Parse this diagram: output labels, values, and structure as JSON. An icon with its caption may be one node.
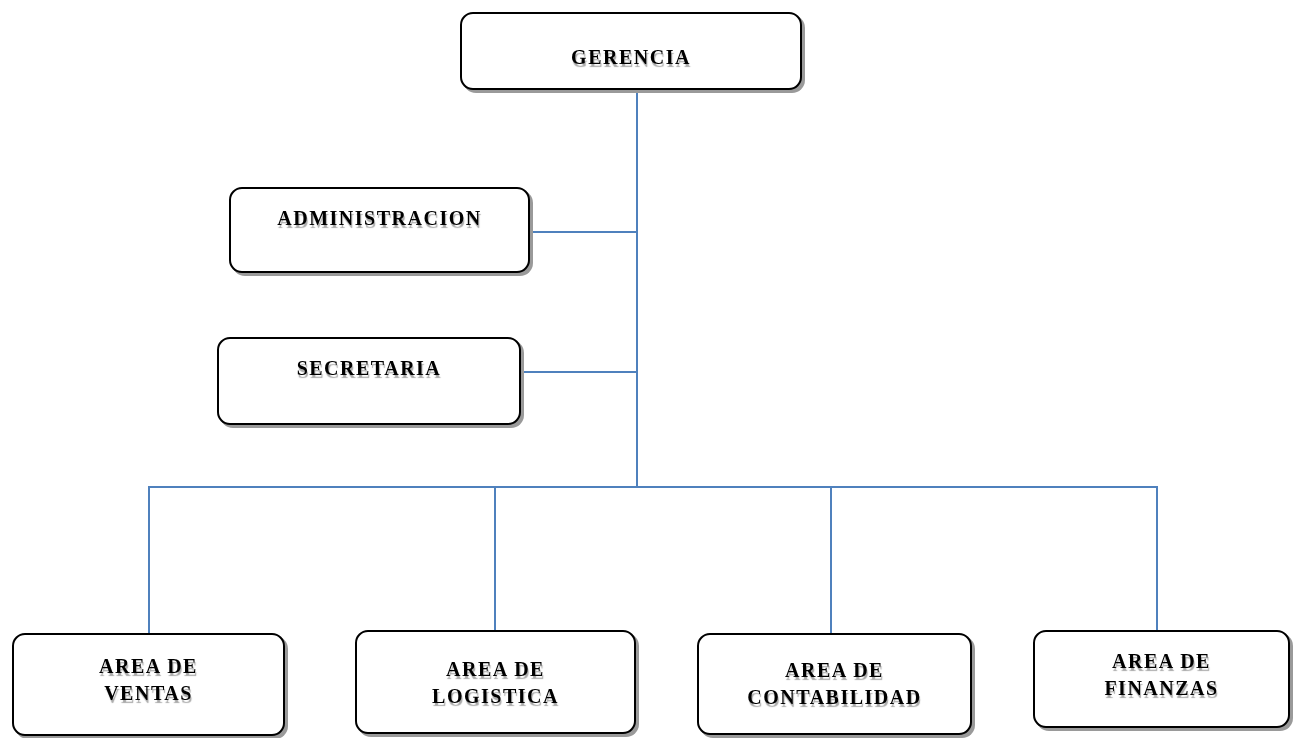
{
  "diagram": {
    "nodes": [
      {
        "text": [
          "GERENCIA"
        ]
      },
      {
        "text": [
          "ADMINISTRACION"
        ]
      },
      {
        "text": [
          "SECRETARIA"
        ]
      },
      {
        "text": [
          "AREA DE VENTAS"
        ]
      },
      {
        "text": [
          "AREA DE LOGISTICA"
        ]
      },
      {
        "text": [
          "AREA DE CONTABILIDAD"
        ]
      },
      {
        "text": [
          "AREA DE FINANZAS"
        ]
      }
    ],
    "edges": [
      {
        "from": 0,
        "to": 1,
        "arrow": "none"
      },
      {
        "from": 0,
        "to": 2,
        "arrow": "none"
      },
      {
        "from": 0,
        "to": 3,
        "arrow": "none"
      },
      {
        "from": 0,
        "to": 4,
        "arrow": "none"
      },
      {
        "from": 0,
        "to": 5,
        "arrow": "none"
      },
      {
        "from": 0,
        "to": 6,
        "arrow": "none"
      }
    ]
  }
}
